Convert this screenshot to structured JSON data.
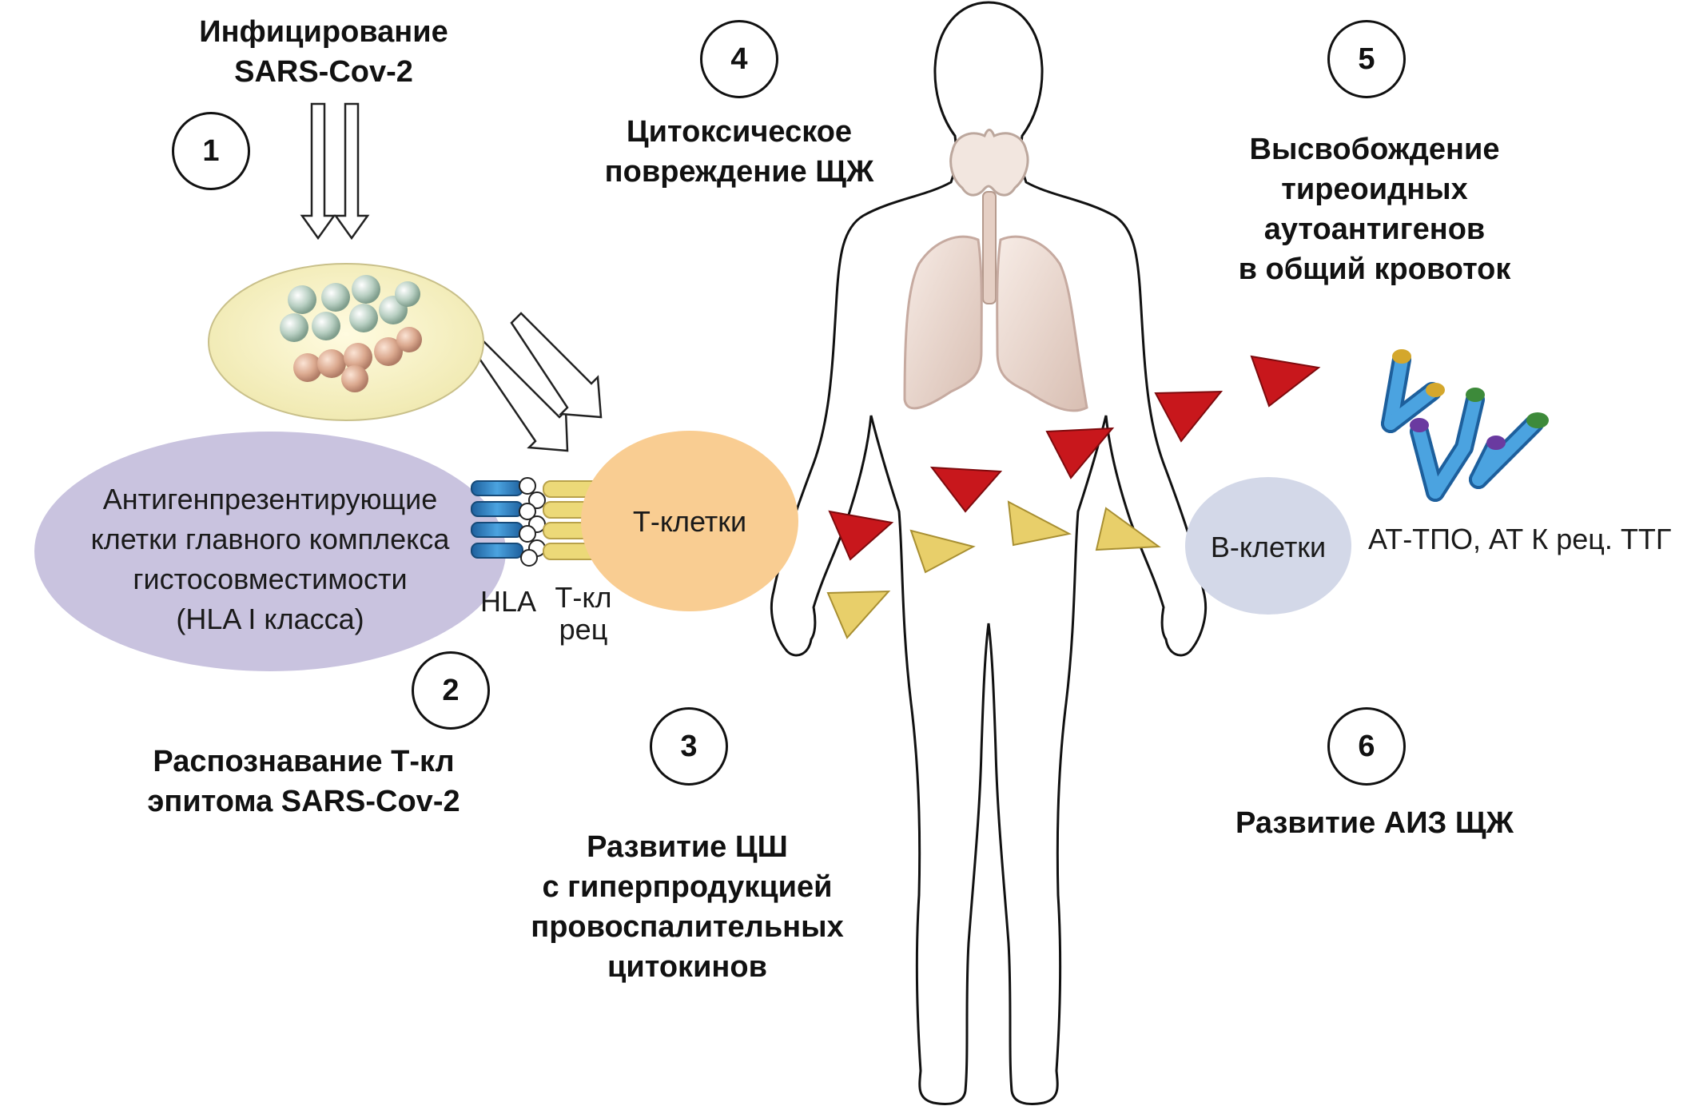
{
  "labels": {
    "step1": [
      "Инфицирование",
      "SARS-Cov-2"
    ],
    "step2": [
      "Распознавание Т-кл",
      "эпитома SARS-Cov-2"
    ],
    "step3": [
      "Развитие ЦШ",
      "с гиперпродукцией",
      "провоспалительных",
      "цитокинов"
    ],
    "step4": [
      "Цитоксическое",
      "повреждение ЩЖ"
    ],
    "step5": [
      "Высвобождение",
      "тиреоидных",
      "аутоантигенов",
      "в общий кровоток"
    ],
    "step6": [
      "Развитие АИЗ ЩЖ"
    ]
  },
  "step_numbers": [
    "1",
    "2",
    "3",
    "4",
    "5",
    "6"
  ],
  "cells": {
    "apc": [
      "Антигенпрезентирующие",
      "клетки главного комплекса",
      "гистосовместимости",
      "(HLA I класса)"
    ],
    "t_cells": "Т-клетки",
    "b_cells": "В-клетки",
    "hla": "HLA",
    "t_receptor": [
      "Т-кл",
      "рец"
    ],
    "antibodies": "АТ-ТПО, АТ К рец. ТТГ"
  },
  "colors": {
    "apc": "#c9c3df",
    "t_cells": "#f9cd92",
    "b_cells": "#d3d8e8",
    "dish": "#f7f3c6",
    "red_antigen": "#c8171c",
    "yellow_cytokine": "#e8cf6a",
    "antibody": "#2f86c8",
    "lungs": "#eedbd3"
  }
}
